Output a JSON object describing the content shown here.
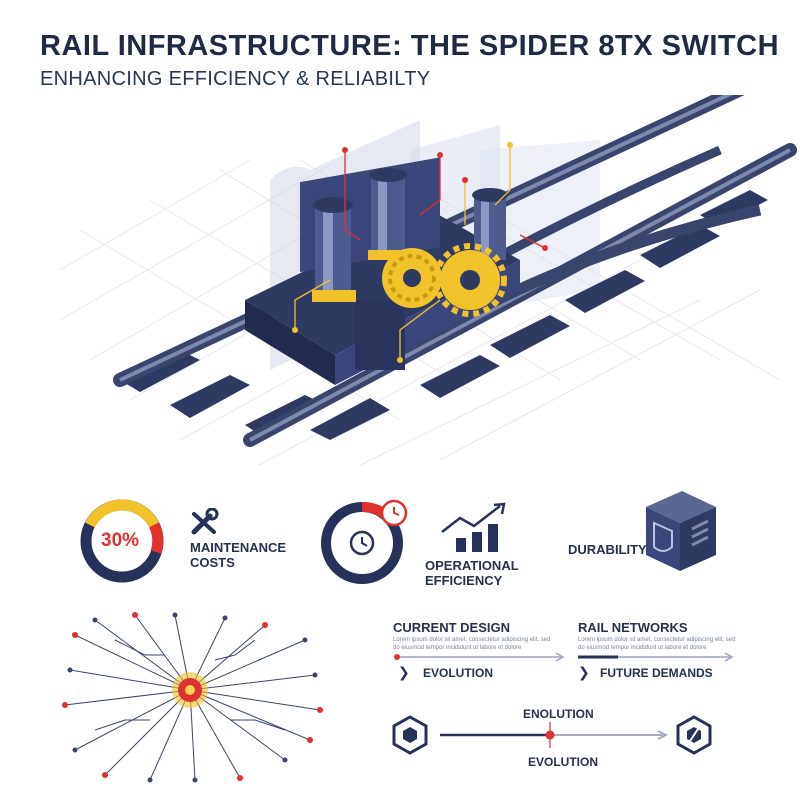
{
  "header": {
    "title": "RAIL INFRASTRUCTURE: THE SPIDER 8TX SWITCH",
    "subtitle": "ENHANCING EFFICIENCY & RELIABILTY"
  },
  "stats": {
    "maintenance": {
      "percent_label": "30%",
      "percent_value": 30,
      "label": "MAINTENANCE COSTS",
      "icon": "wrench-screwdriver-icon"
    },
    "efficiency": {
      "label": "OPERATIONAL EFFICIENCY",
      "icon": "rising-bar-chart-icon"
    },
    "durability": {
      "label": "DURABILITY",
      "icon": "shield-cube-icon"
    }
  },
  "panels": {
    "current": {
      "title": "CURRENT DESIGN",
      "body": "Lorem ipsum dolor sit amet, consectetur adipiscing elit, sed do eiusmod tempor incididunt ut labore et dolore",
      "arrow_label": "EVOLUTION"
    },
    "networks": {
      "title": "RAIL NETWORKS",
      "body": "Lorem ipsum dolor sit amet, consectetur adipiscing elit, sed do eiusmod tempor incididunt ut labore et dolore",
      "arrow_label": "FUTURE DEMANDS"
    }
  },
  "timeline": {
    "top_label": "ENOLUTION",
    "bottom_label": "EVOLUTION"
  },
  "colors": {
    "navy": "#27325a",
    "steel": "#4a5688",
    "gold": "#f2c22b",
    "red": "#e0312f",
    "grid": "#e7eaf0"
  }
}
